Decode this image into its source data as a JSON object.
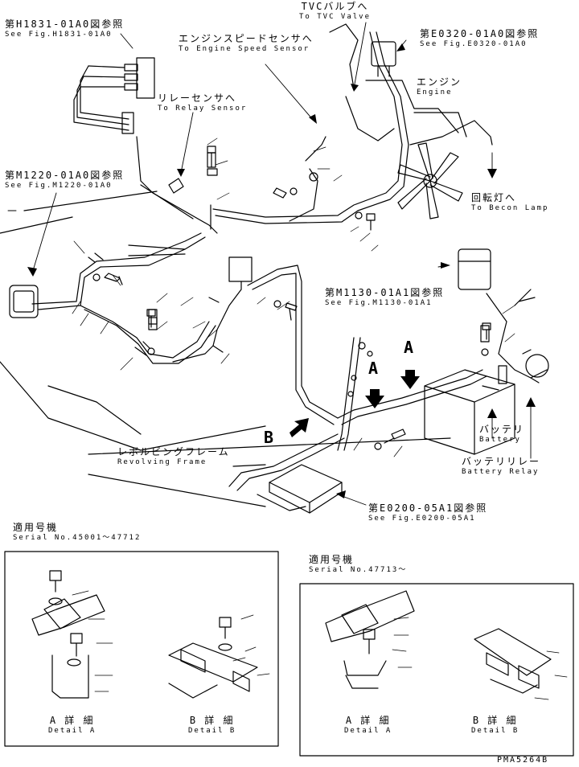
{
  "labels": {
    "h1831": {
      "jp": "第H1831-01A0図参照",
      "en": "See Fig.H1831-01A0"
    },
    "tvc": {
      "jp": "TVCバルブへ",
      "en": "To TVC Valve"
    },
    "e0320": {
      "jp": "第E0320-01A0図参照",
      "en": "See Fig.E0320-01A0"
    },
    "speed_sensor": {
      "jp": "エンジンスピードセンサへ",
      "en": "To Engine Speed Sensor"
    },
    "engine": {
      "jp": "エンジン",
      "en": "Engine"
    },
    "relay_sensor": {
      "jp": "リレーセンサへ",
      "en": "To Relay Sensor"
    },
    "m1220": {
      "jp": "第M1220-01A0図参照",
      "en": "See Fig.M1220-01A0"
    },
    "becon": {
      "jp": "回転灯へ",
      "en": "To Becon Lamp"
    },
    "m1130": {
      "jp": "第M1130-01A1図参照",
      "en": "See Fig.M1130-01A1"
    },
    "battery": {
      "jp": "バッテリ",
      "en": "Battery"
    },
    "battery_relay": {
      "jp": "バッテリリレー",
      "en": "Battery Relay"
    },
    "revolving_frame": {
      "jp": "レボルビングフレーム",
      "en": "Revolving Frame"
    },
    "e0200": {
      "jp": "第E0200-05A1図参照",
      "en": "See Fig.E0200-05A1"
    }
  },
  "markers": {
    "a1": "A",
    "a2": "A",
    "b": "B"
  },
  "serial_1": {
    "jp": "適用号機",
    "en": "Serial No.45001～47712"
  },
  "serial_2": {
    "jp": "適用号機",
    "en": "Serial No.47713～"
  },
  "details": {
    "a1": {
      "jp": "A 詳 細",
      "en": "Detail A"
    },
    "b1": {
      "jp": "B 詳 細",
      "en": "Detail B"
    },
    "a2": {
      "jp": "A 詳 細",
      "en": "Detail A"
    },
    "b2": {
      "jp": "B 詳 細",
      "en": "Detail B"
    }
  },
  "drawing_code": "PMA5264B"
}
